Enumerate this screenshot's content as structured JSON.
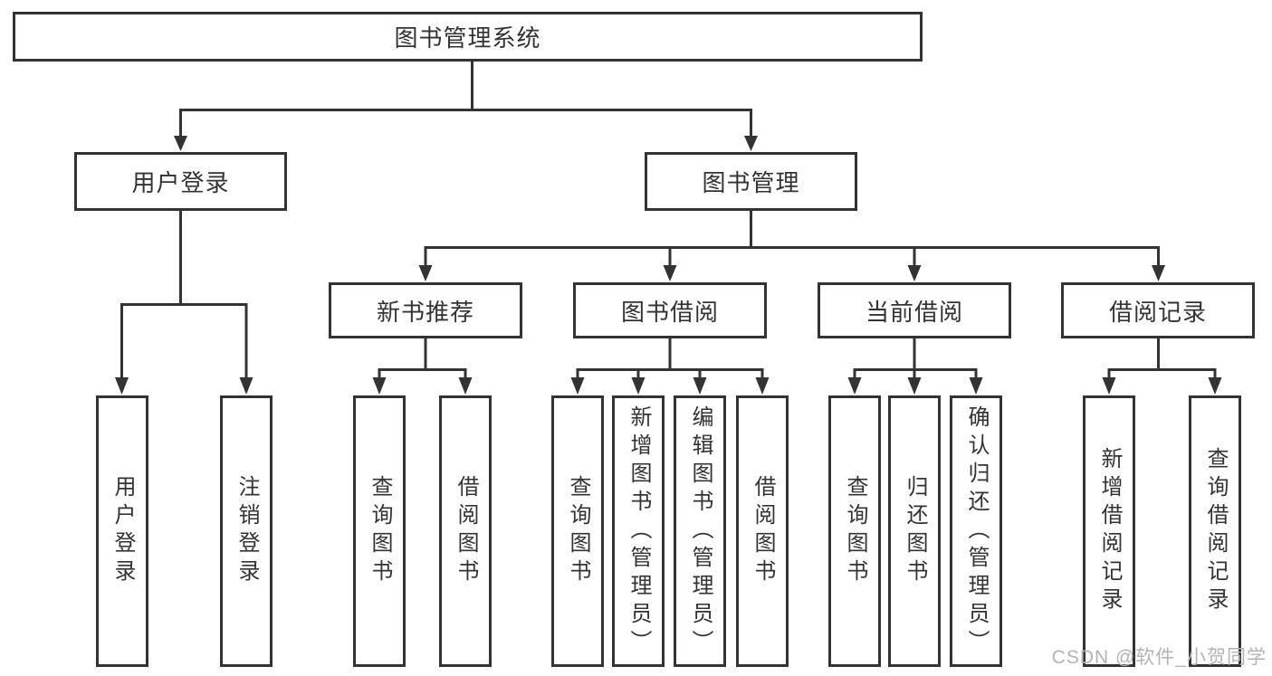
{
  "diagram": {
    "root": {
      "label": "图书管理系统"
    },
    "level2": [
      {
        "label": "用户登录"
      },
      {
        "label": "图书管理"
      }
    ],
    "level3": [
      {
        "label": "新书推荐"
      },
      {
        "label": "图书借阅"
      },
      {
        "label": "当前借阅"
      },
      {
        "label": "借阅记录"
      }
    ],
    "leaves": {
      "user_login": [
        "用户登录",
        "注销登录"
      ],
      "new_book_recommend": [
        "查询图书",
        "借阅图书"
      ],
      "book_borrow": [
        "查询图书",
        "新增图书（管理员）",
        "编辑图书（管理员）",
        "借阅图书"
      ],
      "current_borrow": [
        "查询图书",
        "归还图书",
        "确认归还（管理员）"
      ],
      "borrow_record": [
        "新增借阅记录",
        "查询借阅记录"
      ]
    }
  },
  "watermark": {
    "text": "CSDN @软件_小贺同学"
  },
  "colors": {
    "line": "#333333",
    "box_border": "#333333",
    "text": "#333333",
    "watermark": "#b3b3b3",
    "background": "#ffffff"
  }
}
